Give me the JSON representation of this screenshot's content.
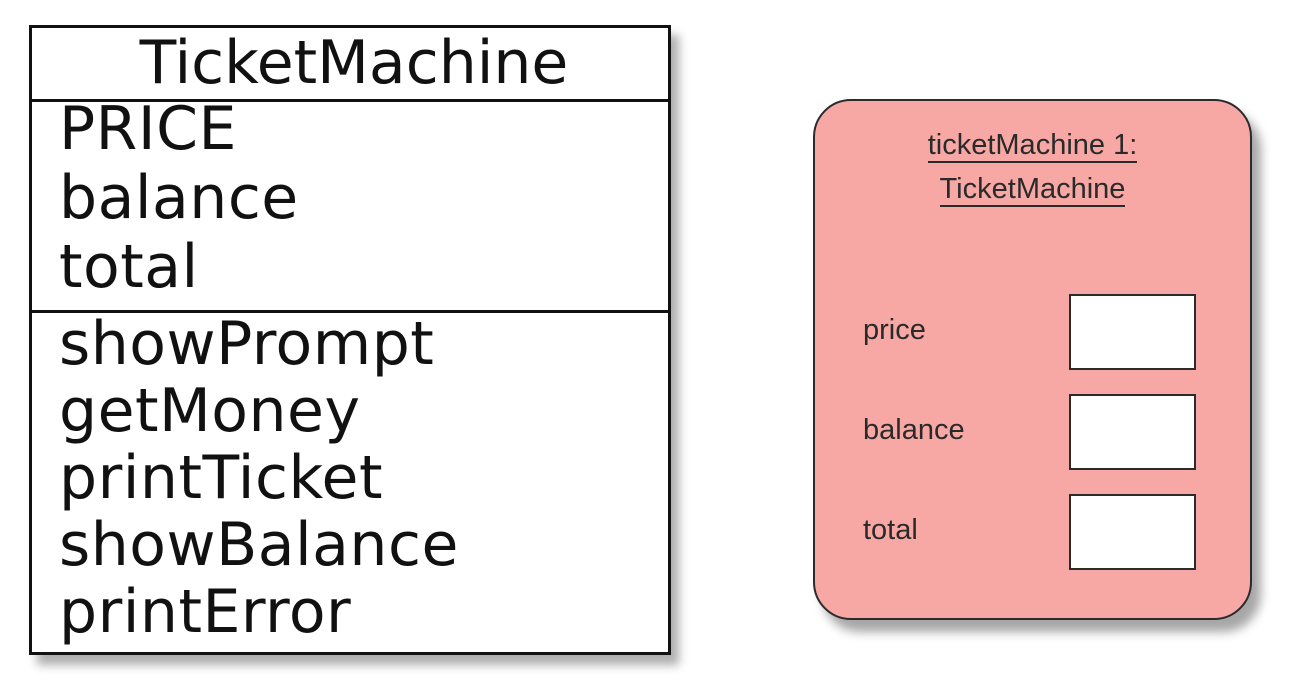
{
  "class_diagram": {
    "name": "TicketMachine",
    "attributes": [
      "PRICE",
      "balance",
      "total"
    ],
    "methods": [
      "showPrompt",
      "getMoney",
      "printTicket",
      "showBalance",
      "printError"
    ]
  },
  "object_diagram": {
    "title_line1": "ticketMachine 1:",
    "title_line2": "TicketMachine",
    "fields": [
      {
        "label": "price",
        "value": ""
      },
      {
        "label": "balance",
        "value": ""
      },
      {
        "label": "total",
        "value": ""
      }
    ],
    "fill_color": "#f7a8a4"
  }
}
